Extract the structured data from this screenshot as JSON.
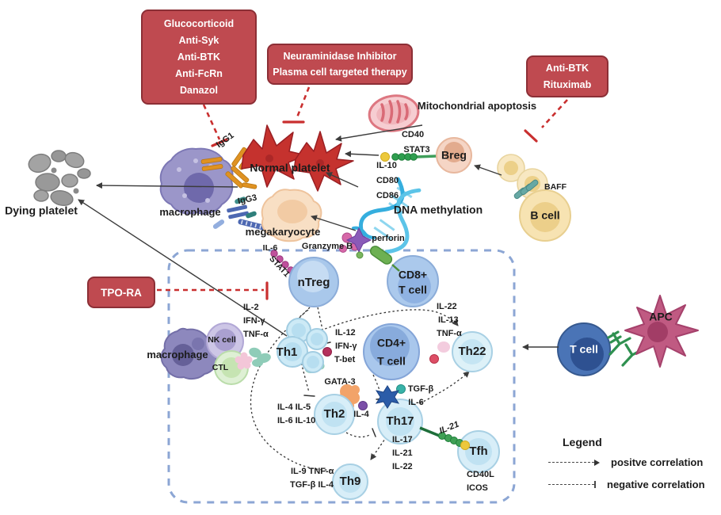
{
  "boxes": {
    "glucocorticoid": {
      "lines": [
        "Glucocorticoid",
        "Anti-Syk",
        "Anti-BTK",
        "Anti-FcRn",
        "Danazol"
      ]
    },
    "neuraminidase": {
      "lines": [
        "Neuraminidase Inhibitor",
        "Plasma cell targeted therapy"
      ]
    },
    "anti_btk": {
      "lines": [
        "Anti-BTK",
        "Rituximab"
      ]
    },
    "tpo_ra": {
      "lines": [
        "TPO-RA"
      ]
    }
  },
  "labels": {
    "dying_platelet": "Dying platelet",
    "macrophage_top": "macrophage",
    "igg1": "IgG1",
    "igg3": "IgG3",
    "normal_platelet": "Normal platelet",
    "megakaryocyte": "megakaryocyte",
    "mitochondrial_apoptosis": "Mitochondrial apoptosis",
    "cd40": "CD40",
    "stat3": "STAT3",
    "il10": "IL-10",
    "cd80": "CD80",
    "cd86": "CD86",
    "breg": "Breg",
    "baff": "BAFF",
    "b_cell": "B cell",
    "dna_methylation": "DNA methylation",
    "granzyme_b": "Granzyme B",
    "perforin": "perforin",
    "il6_top": "IL-6",
    "stat1": "STAT1",
    "ntreg": "nTreg",
    "cd8_line1": "CD8+",
    "cd8_line2": "T cell",
    "il2": "IL-2",
    "ifng_left": "IFN-γ",
    "tnfa_left": "TNF-α",
    "macrophage_bottom": "macrophage",
    "nk_cell": "NK cell",
    "ctl": "CTL",
    "th1": "Th1",
    "il12": "IL-12",
    "ifng_mid": "IFN-γ",
    "tbet": "T-bet",
    "cd4_line1": "CD4+",
    "cd4_line2": "T cell",
    "gata3": "GATA-3",
    "il4_il5": "IL-4 IL-5",
    "il6_il10": "IL-6 IL-10",
    "th2": "Th2",
    "il4": "IL-4",
    "tgfb": "TGF-β",
    "il6_mid": "IL-6",
    "th17": "Th17",
    "il17": "IL-17",
    "il21_list": "IL-21",
    "il22_list": "IL-22",
    "il21_chain": "IL-21",
    "tfh": "Tfh",
    "cd40l": "CD40L",
    "icos": "ICOS",
    "th9": "Th9",
    "il9_tnfa": "IL-9 TNF-α",
    "tgfb_il4": "TGF-β IL-4",
    "th22": "Th22",
    "il22_right": "IL-22",
    "il13": "IL-13",
    "tnfa_right": "TNF-α",
    "t_cell": "T cell",
    "apc": "APC"
  },
  "legend": {
    "title": "Legend",
    "positive": "positve correlation",
    "negative": "negative correlation"
  },
  "colors": {
    "therapy_box": "#bf4a50",
    "therapy_box_border": "#8c2f36",
    "inhibition_line": "#c92f2f",
    "frame_dashed": "#8ca6d4",
    "helper_cell_blue": "#cdeaf6",
    "lymphocyte_blue": "#a9c8eb",
    "t_cell_dark": "#4a74b6",
    "apc_magenta": "#c05a82",
    "platelet_red": "#c5322e",
    "macrophage_purple": "#9b96c9",
    "b_cell_cream": "#f7e3b2",
    "dna_cyan": "#35aede",
    "bead_green": "#3fa055"
  }
}
